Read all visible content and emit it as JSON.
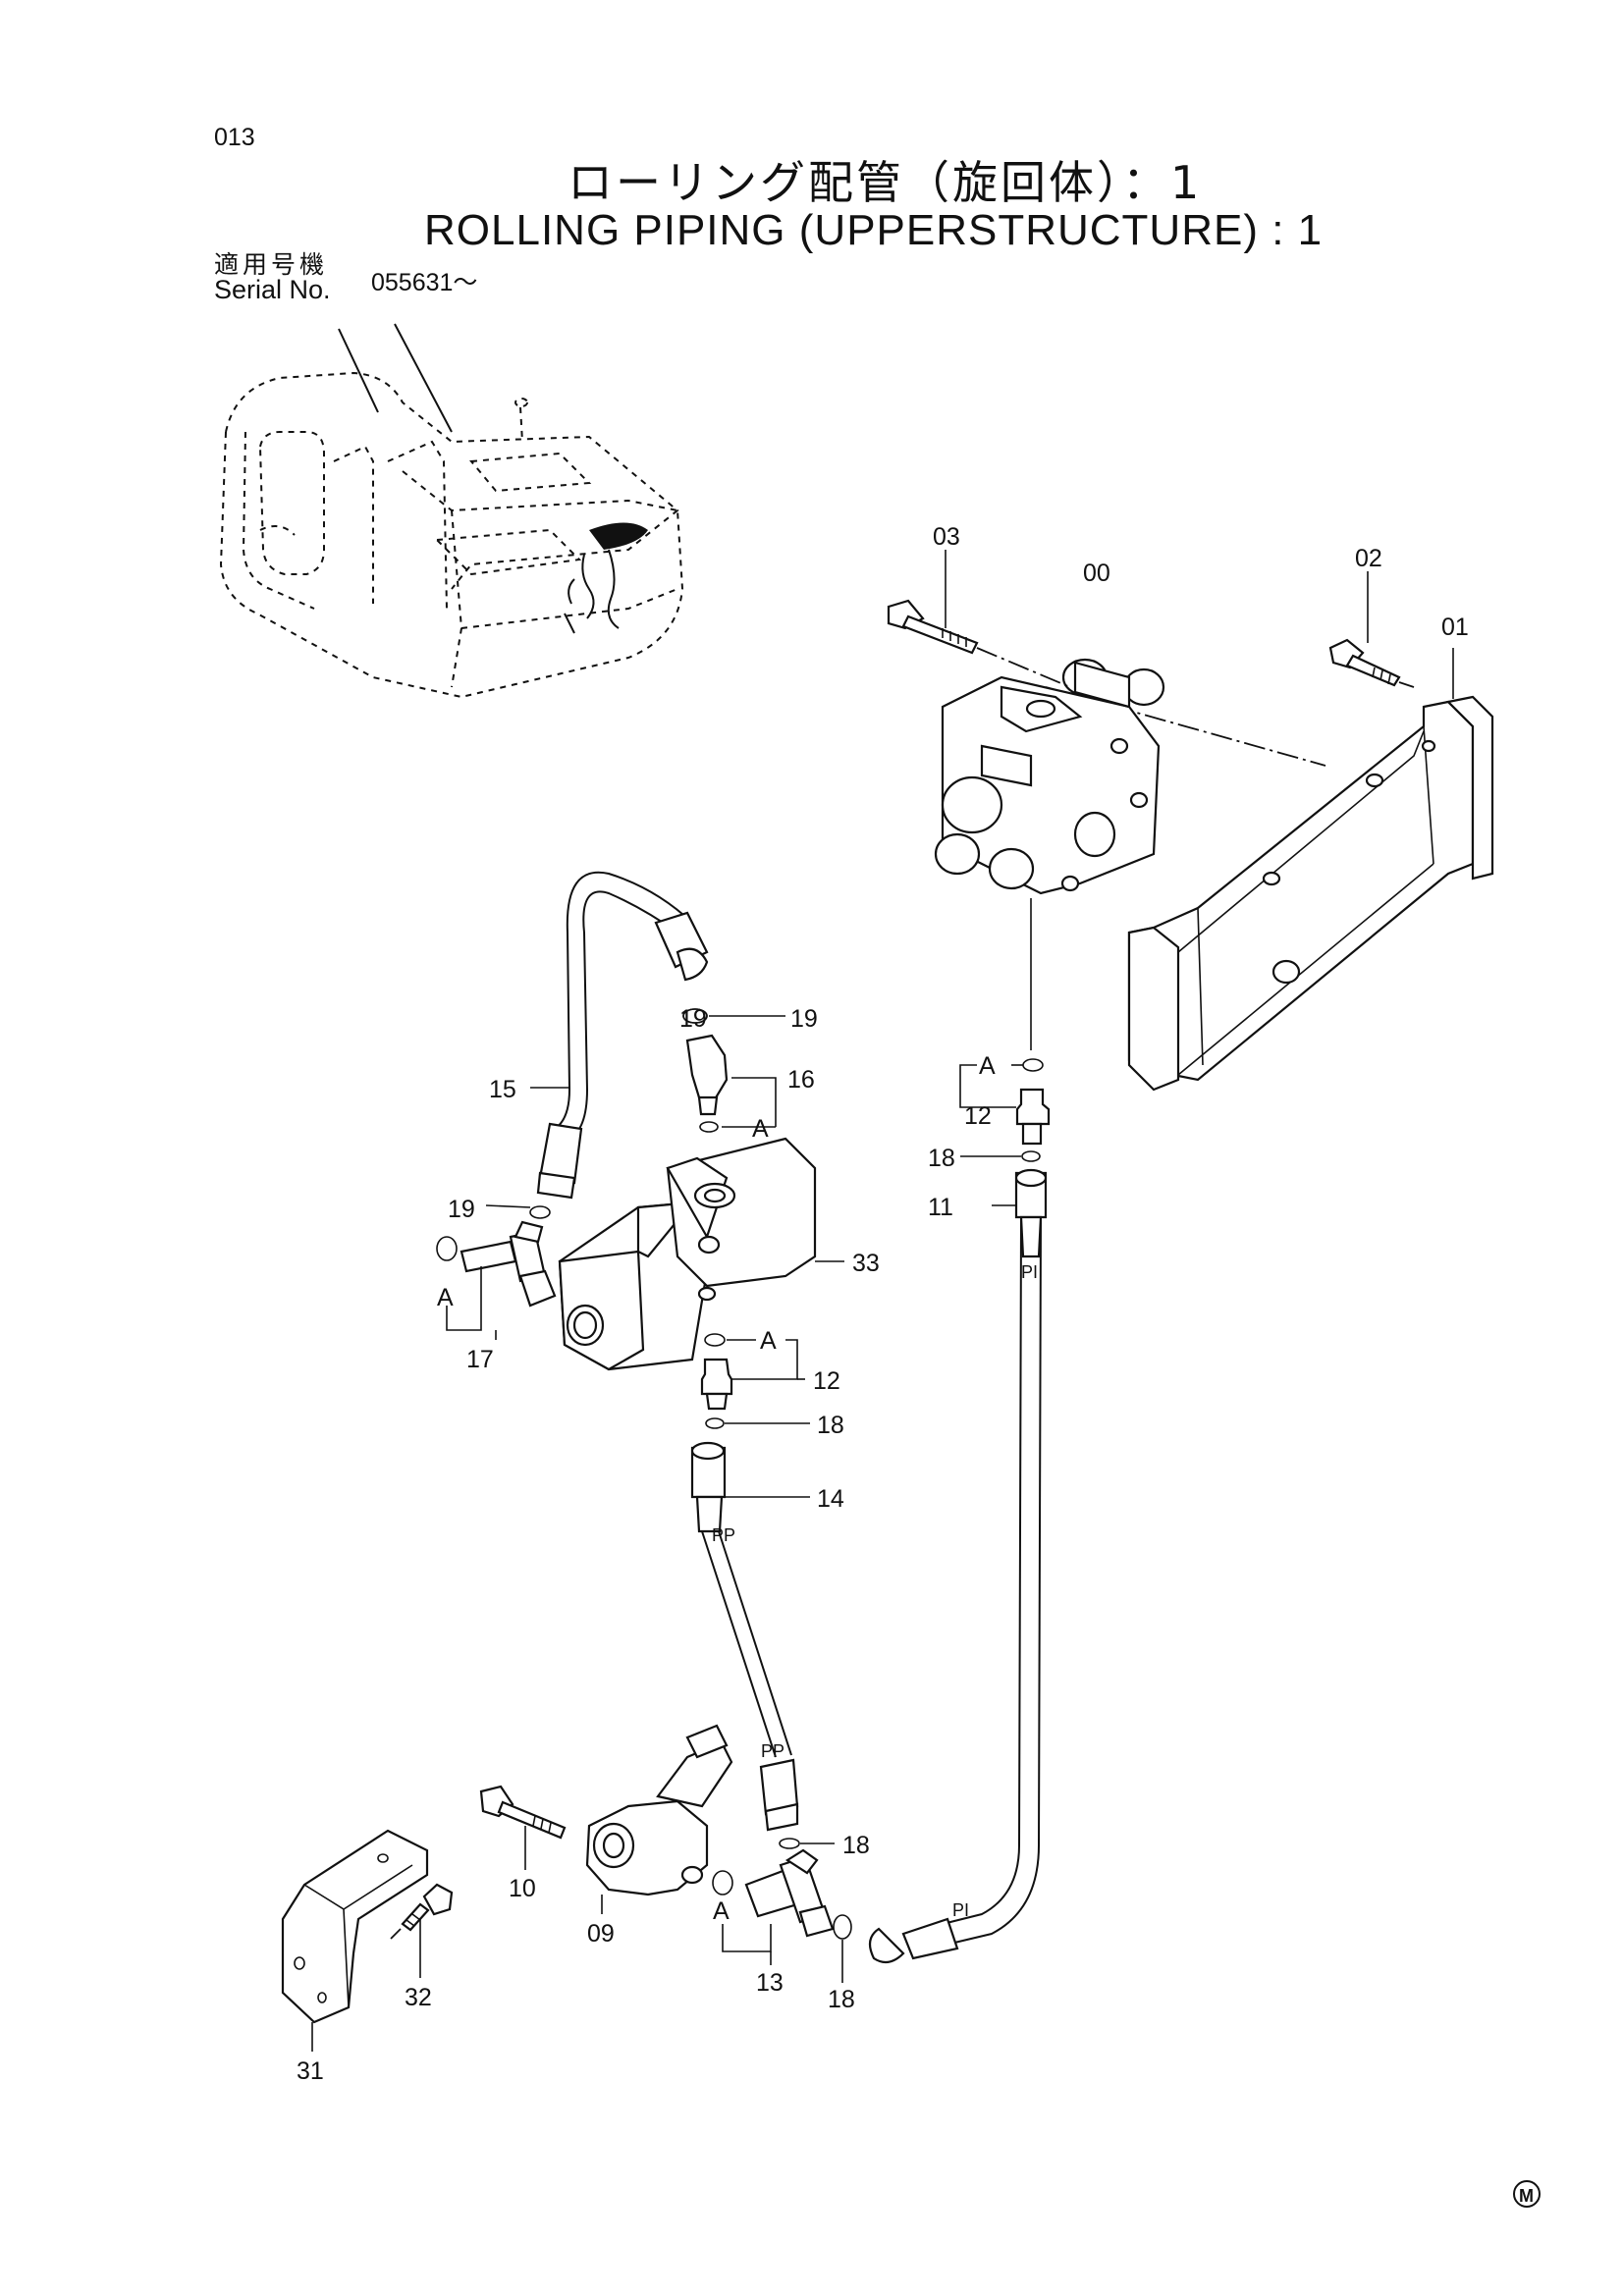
{
  "header": {
    "page_number": "013",
    "title_jp": "ローリング配管（旋回体）：1",
    "title_en": "ROLLING PIPING (UPPERSTRUCTURE) : 1",
    "serial_label_jp": "適用号機",
    "serial_label_en": "Serial No.",
    "serial_value": "055631～"
  },
  "callouts": {
    "c00": "00",
    "c01": "01",
    "c02": "02",
    "c03": "03",
    "c09": "09",
    "c10": "10",
    "c11": "11",
    "c12_top": "12",
    "c12_mid": "12",
    "c13": "13",
    "c14": "14",
    "c15": "15",
    "c16": "16",
    "c17": "17",
    "c18_top": "18",
    "c18_mid": "18",
    "c18_low": "18",
    "c18_bot": "18",
    "c19_top": "19",
    "c19_left": "19",
    "c31": "31",
    "c32": "32",
    "c33": "33"
  },
  "refs": {
    "a_top": "A",
    "a_mid": "A",
    "a_left": "A",
    "a_bot": "A",
    "a_pump": "A"
  },
  "port_labels": {
    "pi_top": "PI",
    "pi_bot": "PI",
    "pp_top": "PP",
    "pp_bot": "PP"
  },
  "mark": "M"
}
